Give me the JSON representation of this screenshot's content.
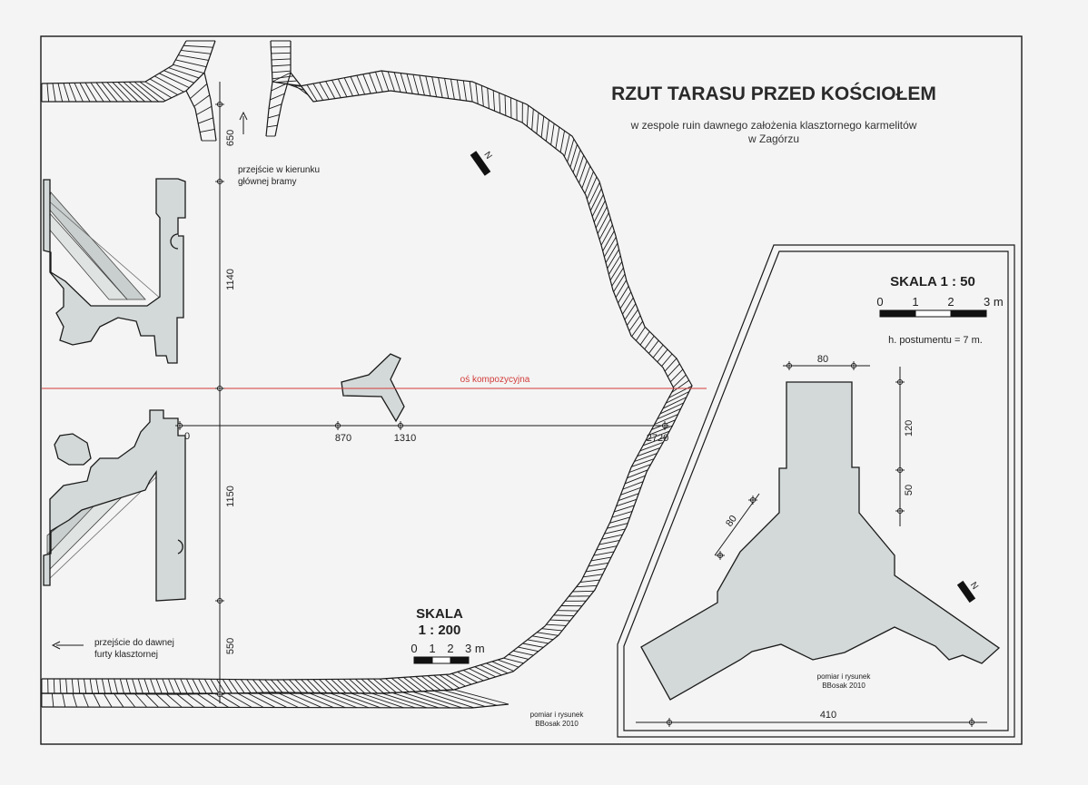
{
  "title": "RZUT TARASU PRZED KOŚCIOŁEM",
  "subtitle_line1": "w zespole ruin dawnego założenia klasztornego karmelitów",
  "subtitle_line2": "w Zagórzu",
  "compass_letter": "N",
  "axis_label": "oś kompozycyjna",
  "passage_gate_line1": "przejście w kierunku",
  "passage_gate_line2": "głównej bramy",
  "passage_wicket_line1": "przejście do dawnej",
  "passage_wicket_line2": "furty klasztornej",
  "vertical_dims": [
    "650",
    "1140",
    "1150",
    "550"
  ],
  "horizontal_dims": [
    "0",
    "870",
    "1310",
    "2720"
  ],
  "main_scale": {
    "heading1": "SKALA",
    "heading2": "1 : 200",
    "ticks": [
      "0",
      "1",
      "2",
      "3 m"
    ]
  },
  "credit_main_line1": "pomiar i rysunek",
  "credit_main_line2": "BBosak 2010",
  "detail": {
    "scale_heading": "SKALA  1 : 50",
    "ticks": [
      "0",
      "1",
      "2",
      "3 m"
    ],
    "height_note": "h. postumentu = 7 m.",
    "dims": [
      "80",
      "120",
      "50",
      "80",
      "410"
    ],
    "credit_line1": "pomiar i rysunek",
    "credit_line2": "BBosak 2010"
  },
  "colors": {
    "structure_fill": "#d3d9d8",
    "axis_line": "#d23a3a",
    "ink": "#1a1a1a"
  }
}
